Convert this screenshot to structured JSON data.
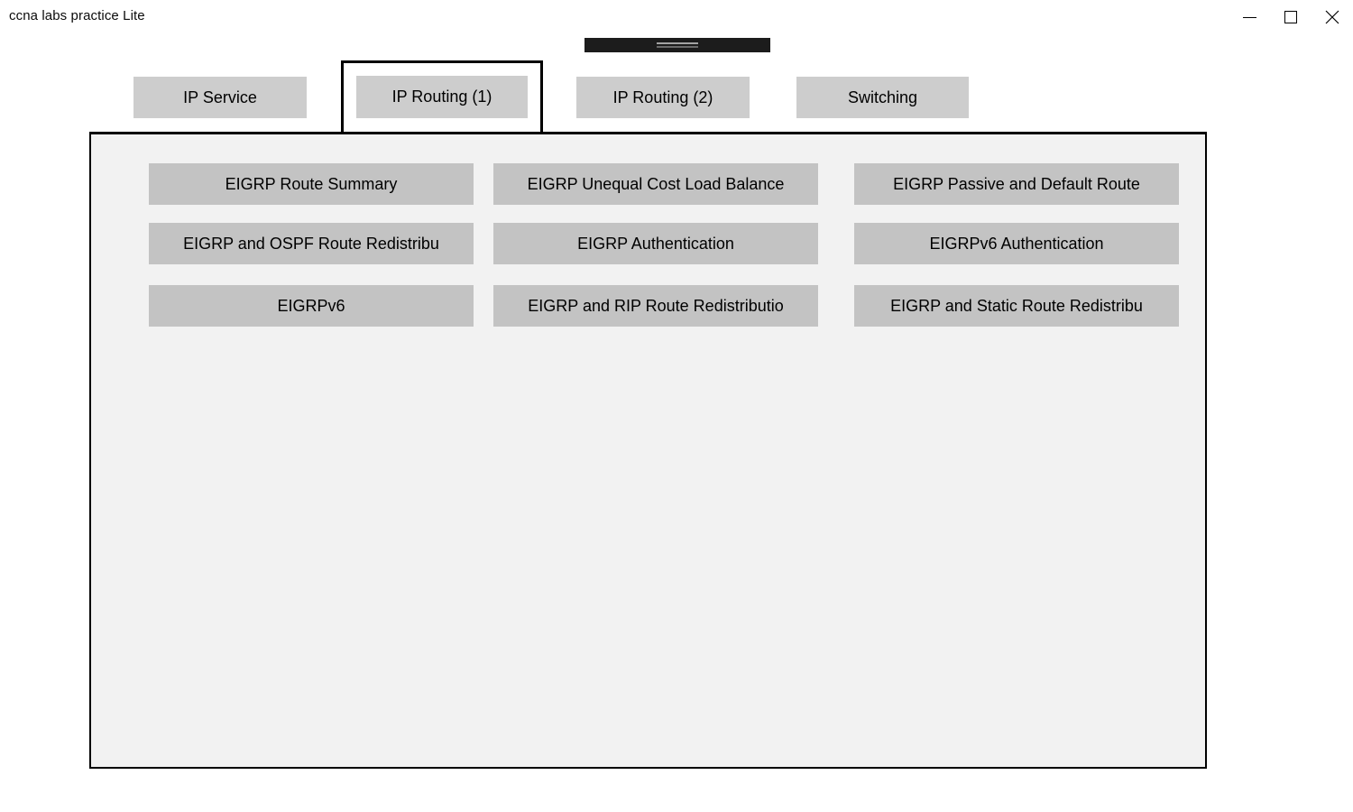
{
  "window": {
    "title": "ccna labs practice Lite",
    "controls": [
      {
        "name": "minimize"
      },
      {
        "name": "maximize"
      },
      {
        "name": "close"
      }
    ]
  },
  "overlay_bar": {
    "icon": "grip-lines-icon"
  },
  "tabs": [
    {
      "label": "IP Service",
      "selected": false
    },
    {
      "label": "IP Routing (1)",
      "selected": true
    },
    {
      "label": "IP Routing (2)",
      "selected": false
    },
    {
      "label": "Switching",
      "selected": false
    }
  ],
  "labs": [
    {
      "label": "EIGRP Route Summary"
    },
    {
      "label": "EIGRP Unequal Cost Load Balance"
    },
    {
      "label": "EIGRP Passive and Default Route"
    },
    {
      "label": "EIGRP and OSPF Route Redistribu"
    },
    {
      "label": "EIGRP Authentication"
    },
    {
      "label": "EIGRPv6 Authentication"
    },
    {
      "label": "EIGRPv6"
    },
    {
      "label": "EIGRP and RIP Route Redistributio"
    },
    {
      "label": "EIGRP and Static Route Redistribu"
    }
  ],
  "colors": {
    "tab_button_bg": "#cdcdcd",
    "lab_button_bg": "#c3c3c3",
    "panel_bg": "#f2f2f2",
    "panel_border": "#000000",
    "selected_tab_outline": "#000000",
    "overlay_bar_bg": "#1c1c1c",
    "overlay_grip": "#a3a3a3"
  }
}
